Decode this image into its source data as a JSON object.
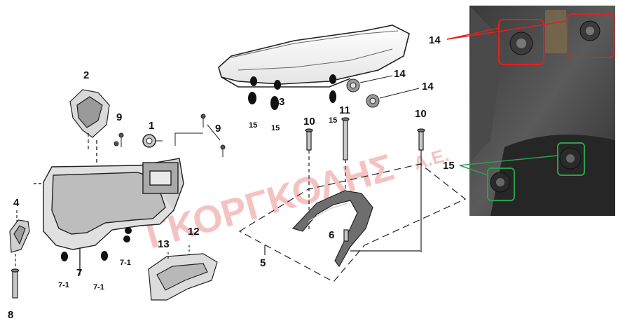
{
  "watermark": {
    "text": "ΓΚΟΡΓΚΟΛΗΣ",
    "suffix": "Α.Ε.",
    "color": "#f4b8b8"
  },
  "callouts": {
    "p1": "1",
    "p2": "2",
    "p3": "3",
    "p4": "4",
    "p5": "5",
    "p6": "6",
    "p7": "7",
    "p7_1": "7-1",
    "p8": "8",
    "p9": "9",
    "p10": "10",
    "p11": "11",
    "p12": "12",
    "p13": "13",
    "p14": "14",
    "p15": "15"
  },
  "photo_inset": {
    "label_14": "14",
    "label_15": "15",
    "highlight_14_color": "#e02020",
    "highlight_15_color": "#2aa04a"
  }
}
